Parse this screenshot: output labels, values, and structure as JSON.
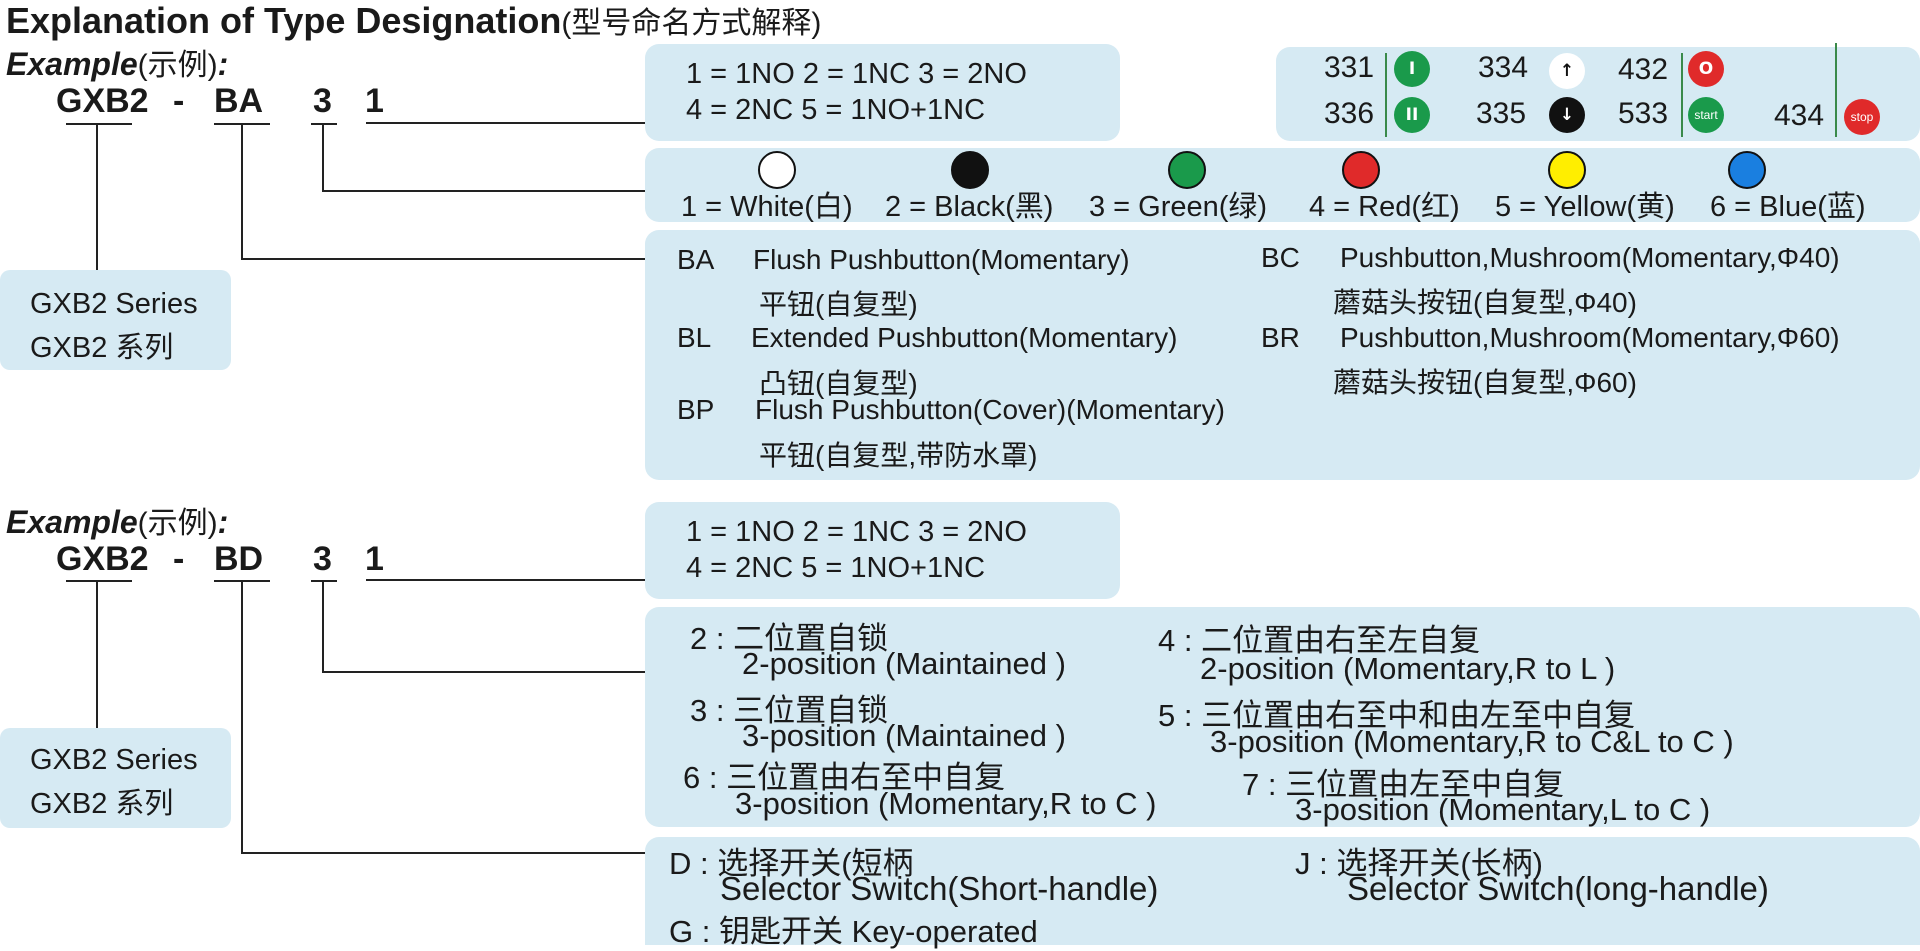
{
  "title": {
    "en": "Explanation of Type Designation",
    "cn": "(型号命名方式解释)"
  },
  "example1": {
    "label_en": "Example",
    "label_cn": "(示例)",
    "colon": ":",
    "code": {
      "series": "GXB2",
      "dash": "-",
      "type": "BA",
      "color": "3",
      "contact": "1"
    },
    "series_box": [
      "GXB2 Series",
      "GXB2 系列"
    ],
    "contacts": [
      "1 = 1NO   2 = 1NC  3 = 2NO",
      "4 = 2NC   5 = 1NO+1NC"
    ],
    "icon_codes": [
      {
        "code": "331",
        "symbol": "I",
        "color": "#1a9a4b"
      },
      {
        "code": "334",
        "symbol": "↑",
        "color": "#ffffff"
      },
      {
        "code": "432",
        "symbol": "O",
        "color": "#e02a2a"
      },
      {
        "code": "336",
        "symbol": "II",
        "color": "#1a9a4b"
      },
      {
        "code": "335",
        "symbol": "↓",
        "color": "#111111"
      },
      {
        "code": "533",
        "symbol": "start",
        "color": "#1a9a4b"
      },
      {
        "code": "434",
        "symbol": "stop",
        "color": "#e02a2a"
      }
    ],
    "colors": [
      {
        "label": "1 = White(白)",
        "hex": "#ffffff"
      },
      {
        "label": "2 = Black(黑)",
        "hex": "#111111"
      },
      {
        "label": "3 =  Green(绿)",
        "hex": "#1a9a4b"
      },
      {
        "label": "4 = Red(红)",
        "hex": "#e02a2a"
      },
      {
        "label": "5 = Yellow(黄)",
        "hex": "#ffee00"
      },
      {
        "label": "6 = Blue(蓝)",
        "hex": "#1a7fe0"
      }
    ],
    "types": {
      "ba_code": "BA",
      "ba_en": "Flush Pushbutton(Momentary)",
      "ba_cn": "平钮(自复型)",
      "bl_code": "BL",
      "bl_en": "Extended Pushbutton(Momentary)",
      "bl_cn": "凸钮(自复型)",
      "bp_code": "BP",
      "bp_en": "Flush Pushbutton(Cover)(Momentary)",
      "bp_cn": "平钮(自复型,带防水罩)",
      "bc_code": "BC",
      "bc_en": "Pushbutton,Mushroom(Momentary,Φ40)",
      "bc_cn": "蘑菇头按钮(自复型,Φ40)",
      "br_code": "BR",
      "br_en": "Pushbutton,Mushroom(Momentary,Φ60)",
      "br_cn": "蘑菇头按钮(自复型,Φ60)"
    }
  },
  "example2": {
    "label_en": "Example",
    "label_cn": "(示例)",
    "colon": ":",
    "code": {
      "series": "GXB2",
      "dash": "-",
      "type": "BD",
      "color": "3",
      "contact": "1"
    },
    "series_box": [
      "GXB2 Series",
      "GXB2 系列"
    ],
    "contacts": [
      "1 = 1NO   2 = 1NC  3 = 2NO",
      "4 = 2NC   5 = 1NO+1NC"
    ],
    "positions": {
      "p2_cn": "2 : 二位置自锁",
      "p2_en": "2-position (Maintained )",
      "p3_cn": "3 : 三位置自锁",
      "p3_en": "3-position (Maintained )",
      "p6_cn": "6 : 三位置由右至中自复",
      "p6_en": "3-position (Momentary,R to C )",
      "p4_cn": "4 : 二位置由右至左自复",
      "p4_en": "2-position (Momentary,R to L )",
      "p5_cn": "5 : 三位置由右至中和由左至中自复",
      "p5_en": "3-position (Momentary,R to C&L to C )",
      "p7_cn": "7 : 三位置由左至中自复",
      "p7_en": "3-position (Momentary,L to C )"
    },
    "switches": {
      "d_cn": "D : 选择开关(短柄",
      "d_en": "Selector Switch(Short-handle)",
      "j_cn": "J  : 选择开关(长柄)",
      "j_en": "Selector Switch(long-handle)",
      "g": "G : 钥匙开关 Key-operated"
    }
  }
}
